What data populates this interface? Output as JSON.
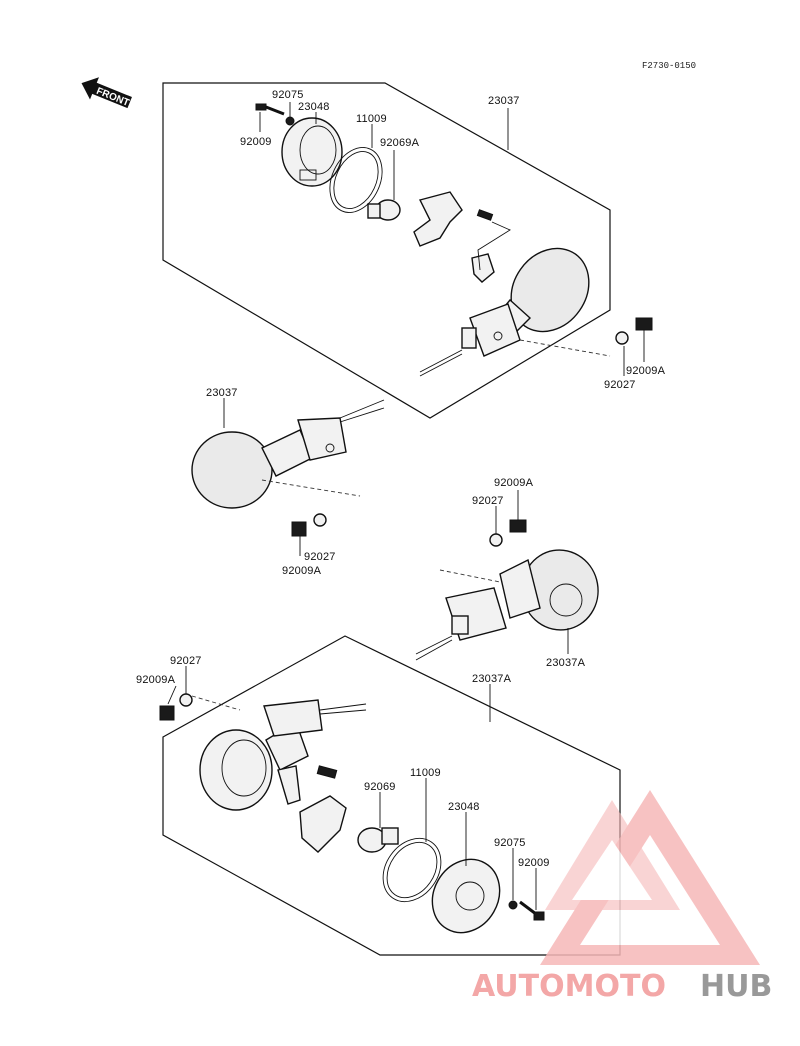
{
  "diagram_code": "F2730-0150",
  "front_label": "FRONT",
  "labels": {
    "l_92075_a": "92075",
    "l_23048_a": "23048",
    "l_92009_a": "92009",
    "l_11009_a": "11009",
    "l_92069A_a": "92069A",
    "l_23037_a": "23037",
    "l_92027_a": "92027",
    "l_92009A_a": "92009A",
    "l_23037_b": "23037",
    "l_92027_b": "92027",
    "l_92009A_b": "92009A",
    "l_92009A_c": "92009A",
    "l_92027_c": "92027",
    "l_23037A_a": "23037A",
    "l_92027_d": "92027",
    "l_92009A_d": "92009A",
    "l_23037A_b": "23037A",
    "l_92069_a": "92069",
    "l_11009_b": "11009",
    "l_23048_b": "23048",
    "l_92075_b": "92075",
    "l_92009_b": "92009"
  },
  "watermark": {
    "part1": "AUTOMOTO",
    "part2": "HUB",
    "accent_color": "#f3a7a7",
    "gray_color": "#999999"
  }
}
